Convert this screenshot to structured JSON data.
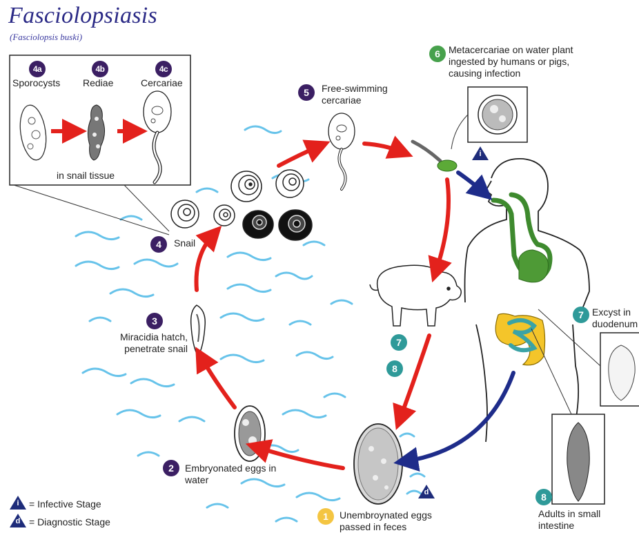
{
  "title": "Fasciolopsiasis",
  "subtitle": "(Fasciolopsis buski)",
  "inset": {
    "stages": [
      {
        "num": "4a",
        "label": "Sporocysts"
      },
      {
        "num": "4b",
        "label": "Rediae"
      },
      {
        "num": "4c",
        "label": "Cercariae"
      }
    ],
    "caption": "in snail tissue"
  },
  "stages": {
    "s1": {
      "num": "1",
      "label": "Unembroynated eggs passed in feces",
      "color": "#f4c542"
    },
    "s2": {
      "num": "2",
      "label": "Embryonated eggs in water",
      "color": "#3b1f63"
    },
    "s3": {
      "num": "3",
      "label": "Miracidia hatch, penetrate snail",
      "color": "#3b1f63"
    },
    "s4": {
      "num": "4",
      "label": "Snail",
      "color": "#3b1f63"
    },
    "s5": {
      "num": "5",
      "label": "Free-swimming cercariae",
      "color": "#3b1f63"
    },
    "s6": {
      "num": "6",
      "label": "Metacercariae on water plant ingested by humans or pigs, causing infection",
      "color": "#47a14c"
    },
    "s7": {
      "num": "7",
      "label": "Excyst in duodenum",
      "color": "#2f9a99"
    },
    "s8": {
      "num": "8",
      "label": "Adults in small intestine",
      "color": "#2f9a99"
    },
    "s7pig": {
      "num": "7"
    },
    "s8pig": {
      "num": "8"
    }
  },
  "markers": {
    "infective": "i",
    "diagnostic": "d"
  },
  "legend": [
    {
      "symbol": "i",
      "text": "= Infective Stage"
    },
    {
      "symbol": "d",
      "text": "= Diagnostic Stage"
    }
  ],
  "colors": {
    "title": "#2b2a86",
    "arrow_red": "#e3211c",
    "arrow_blue": "#1e2c8a",
    "water": "#67c3ea",
    "gut_green": "#3e8a2e",
    "gut_yellow": "#f4c52a",
    "gut_teal": "#3ba3a6"
  }
}
